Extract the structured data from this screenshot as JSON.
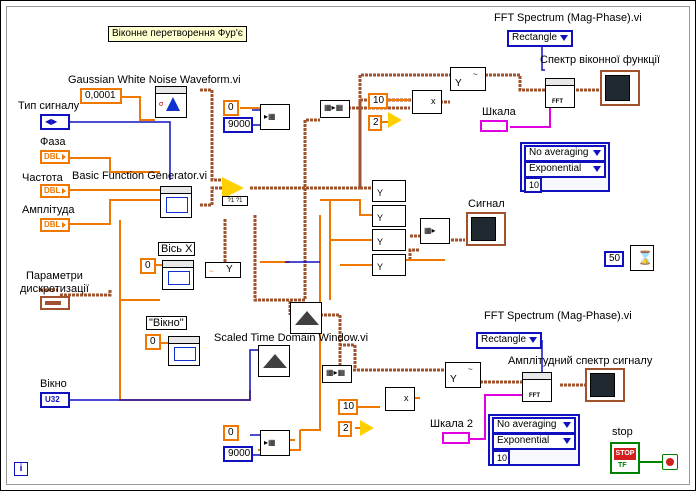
{
  "diagram": {
    "title": "Віконне перетворення Фур'є",
    "labels": {
      "gaussian_noise": "Gaussian White Noise Waveform.vi",
      "signal_type": "Тип сигналу",
      "phase": "Фаза",
      "frequency": "Частота",
      "amplitude": "Амплітуда",
      "basic_function_generator": "Basic Function Generator.vi",
      "sampling_params_line1": "Параметри",
      "sampling_params_line2": "дискретизації",
      "axis_x": "Вісь  X",
      "window_string": "\"Вікно\"",
      "scaled_time_domain_window": "Scaled Time Domain Window.vi",
      "window": "Вікно",
      "fft_spectrum_top": "FFT Spectrum (Mag-Phase).vi",
      "window_function_spectrum": "Спектр віконної функції",
      "scale": "Шкала",
      "signal": "Сигнал",
      "fft_spectrum_bottom": "FFT Spectrum (Mag-Phase).vi",
      "amplitude_spectrum": "Амплітудний спектр сигналу",
      "scale2": "Шкала 2",
      "stop": "stop"
    },
    "constants": {
      "noise_amplitude": "0,0001",
      "zero_top": "0",
      "samples_top": "9000",
      "ten_top": "10",
      "two_top": "2",
      "zero_axis": "0",
      "zero_window": "0",
      "zero_bottom": "0",
      "samples_bottom": "9000",
      "ten_bottom": "10",
      "two_bottom": "2",
      "wait_ms": "50"
    },
    "controls": {
      "dbl_tag": "DBL",
      "u32_tag": "U32",
      "stop_button": "STOP",
      "tf_tag": "TF"
    },
    "rings": {
      "window_top": "Rectangle",
      "averaging_top": "No averaging",
      "weighting_top": "Exponential",
      "avg_count_top": "10",
      "window_bottom": "Rectangle",
      "averaging_bottom": "No averaging",
      "weighting_bottom": "Exponential",
      "avg_count_bottom": "10"
    },
    "node_text": {
      "fft": "FFT",
      "y": "Y",
      "x": "x",
      "info": "i"
    },
    "colors": {
      "dbl_wire": "#f07800",
      "int_wire": "#1010c0",
      "waveform_wire": "#a0522d",
      "cluster_wire": "#e000e0",
      "bool_wire": "#008000"
    }
  }
}
